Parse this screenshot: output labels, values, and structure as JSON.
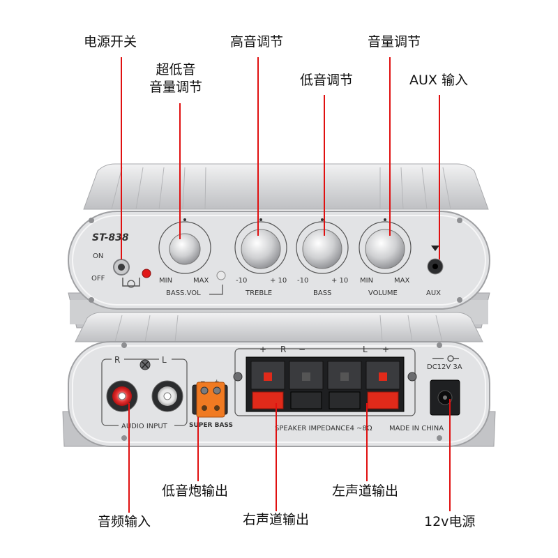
{
  "callouts": {
    "power_switch": "电源开关",
    "treble_adjust": "高音调节",
    "volume_adjust": "音量调节",
    "sub_volume_line1": "超低音",
    "sub_volume_line2": "音量调节",
    "bass_adjust": "低音调节",
    "aux_input": "AUX 输入",
    "subwoofer_output": "低音炮输出",
    "left_channel_output": "左声道输出",
    "audio_input": "音频输入",
    "right_channel_output": "右声道输出",
    "power_12v": "12v电源"
  },
  "front_panel": {
    "model": "ST-838",
    "switch_on": "ON",
    "switch_off": "OFF",
    "min": "MIN",
    "max": "MAX",
    "minus10": "-10",
    "plus10": "+ 10",
    "bass_vol": "BASS.VOL",
    "treble": "TREBLE",
    "bass": "BASS",
    "volume": "VOLUME",
    "aux": "AUX"
  },
  "rear_panel": {
    "r": "R",
    "l": "L",
    "audio_input": "AUDIO INPUT",
    "super_bass": "SUPER BASS",
    "plus": "+",
    "minus": "−",
    "speaker_impedance": "SPEAKER IMPEDANCE4 ~8Ω",
    "made_in_china": "MADE IN CHINA",
    "dc_rating": "DC12V 3A"
  },
  "colors": {
    "callout_line": "#e01010",
    "aluminum": "#d9dadc",
    "panel_dark": "#9a9b9e",
    "led_red": "#e11818",
    "terminal_red": "#e02a1a",
    "terminal_orange": "#f07a22"
  }
}
